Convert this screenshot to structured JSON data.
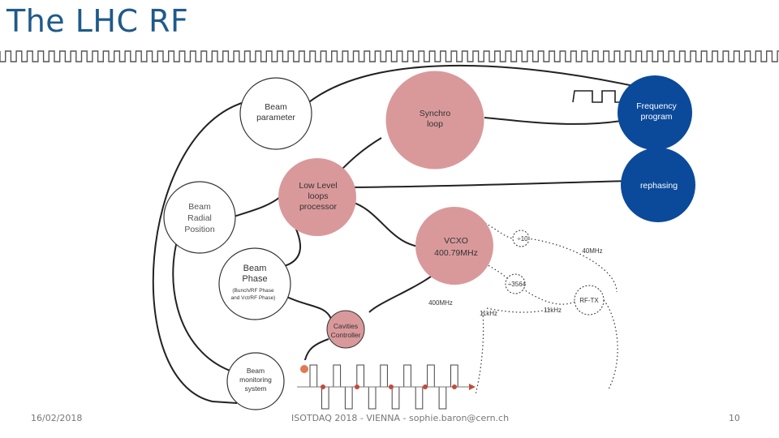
{
  "slide": {
    "title": "The LHC RF",
    "date": "16/02/2018",
    "footer_center": "ISOTDAQ 2018 - VIENNA - sophie.baron@cern.ch",
    "page_number": "10"
  },
  "nodes": {
    "beam_parameter": [
      "Beam",
      "parameter"
    ],
    "synchro_loop": [
      "Synchro",
      "loop"
    ],
    "frequency_program": [
      "Frequency",
      "program"
    ],
    "rephasing": [
      "rephasing"
    ],
    "low_level": [
      "Low Level",
      "loops",
      "processor"
    ],
    "beam_radial": [
      "Beam",
      "Radial",
      "Position"
    ],
    "vcxo": [
      "VCXO",
      "400.79MHz"
    ],
    "beam_phase": [
      "Beam",
      "Phase"
    ],
    "beam_phase_note": [
      "(Bunch/RF Phase",
      "and Vct/RF Phase)"
    ],
    "cavities": [
      "Cavities",
      "Controller"
    ],
    "beam_monitoring": [
      "Beam",
      "monitoring",
      "system"
    ]
  },
  "labels": {
    "div10": "÷10",
    "div3564": "÷3564",
    "mhz40": "40MHz",
    "mhz400": "400MHz",
    "khz11_a": "11kHz",
    "khz11_b": "11kHz",
    "rftx": "RF-TX"
  },
  "colors": {
    "title": "#1f5a8a",
    "pink_fill": "#d9999b",
    "blue_fill": "#0b4a9a",
    "line": "#222222"
  }
}
